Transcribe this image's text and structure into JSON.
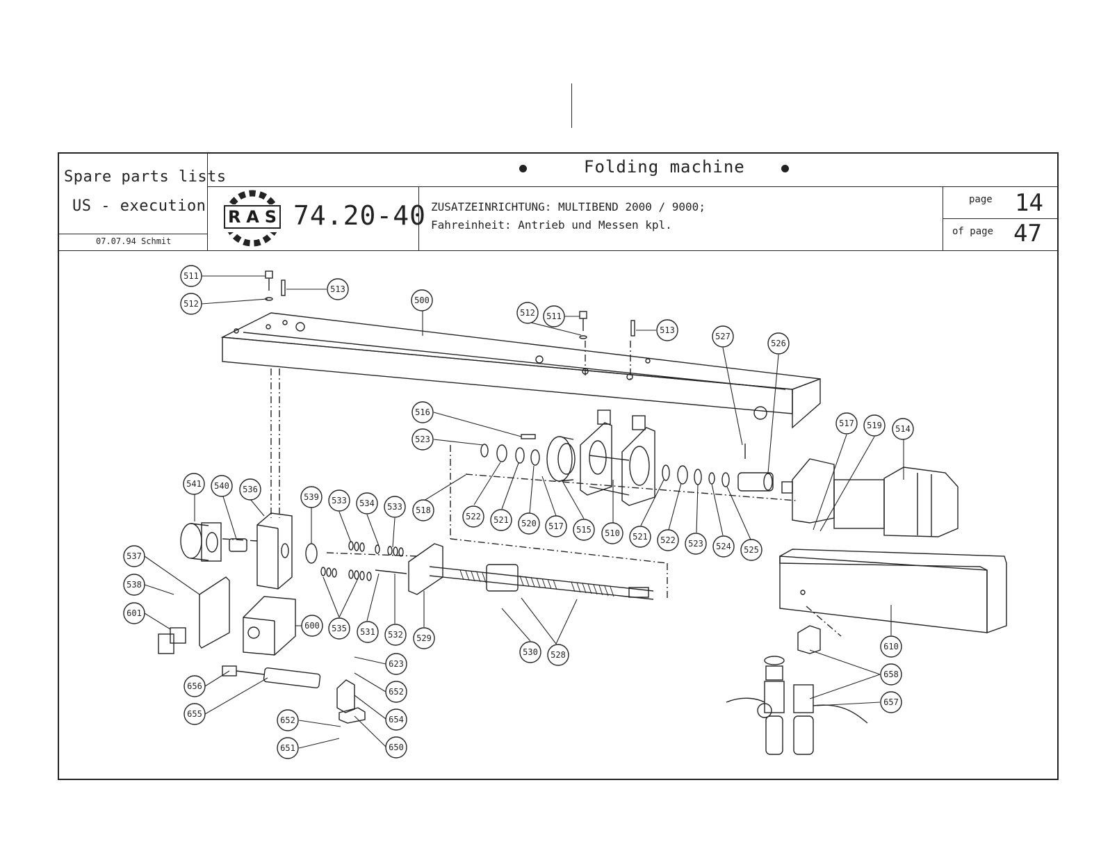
{
  "header": {
    "left_line1": "Spare parts lists",
    "left_line2": "US - execution",
    "date_author": "07.07.94 Schmit",
    "machine_title": "Folding machine",
    "logo_letters": [
      "R",
      "A",
      "S"
    ],
    "doc_number": "74.20-40",
    "description_line1": "ZUSATZEINRICHTUNG:     MULTIBEND 2000 / 9000;",
    "description_line2": "Fahreinheit:    Antrieb und Messen kpl.",
    "page_label": "page",
    "page_number": "14",
    "of_page_label": "of page",
    "total_pages": "47"
  },
  "callouts": [
    "511",
    "512",
    "513",
    "500",
    "512",
    "511",
    "513",
    "527",
    "526",
    "516",
    "523",
    "517",
    "519",
    "514",
    "518",
    "522",
    "521",
    "520",
    "517",
    "515",
    "510",
    "521",
    "522",
    "523",
    "524",
    "525",
    "541",
    "540",
    "536",
    "539",
    "533",
    "534",
    "533",
    "537",
    "538",
    "601",
    "600",
    "535",
    "531",
    "532",
    "529",
    "530",
    "528",
    "610",
    "623",
    "652",
    "654",
    "656",
    "655",
    "652",
    "651",
    "650",
    "658",
    "657"
  ]
}
